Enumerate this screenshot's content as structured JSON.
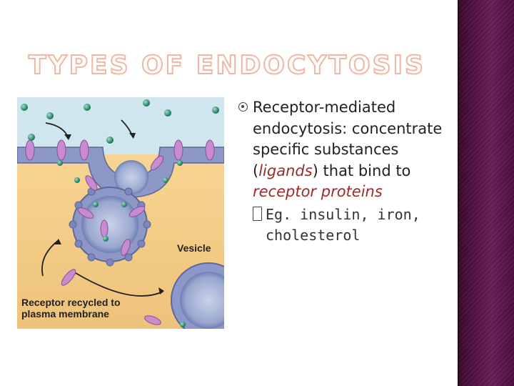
{
  "slide": {
    "title": "TYPES OF ENDOCYTOSIS",
    "bullet": {
      "lead": "Receptor-mediated endocytosis: concentrate specific substances (",
      "ligands": "ligands",
      "middle": ") that bind to ",
      "receptor_proteins": "receptor proteins"
    },
    "sub_bullet": {
      "text": "Eg. insulin, iron, cholesterol"
    },
    "figure": {
      "vesicle_label": "Vesicle",
      "recycled_label": "Receptor recycled to plasma membrane"
    },
    "colors": {
      "accent_red": "#9b2b2b",
      "side_band": "#5a1546",
      "title_outline": "#f0b7a4"
    }
  }
}
